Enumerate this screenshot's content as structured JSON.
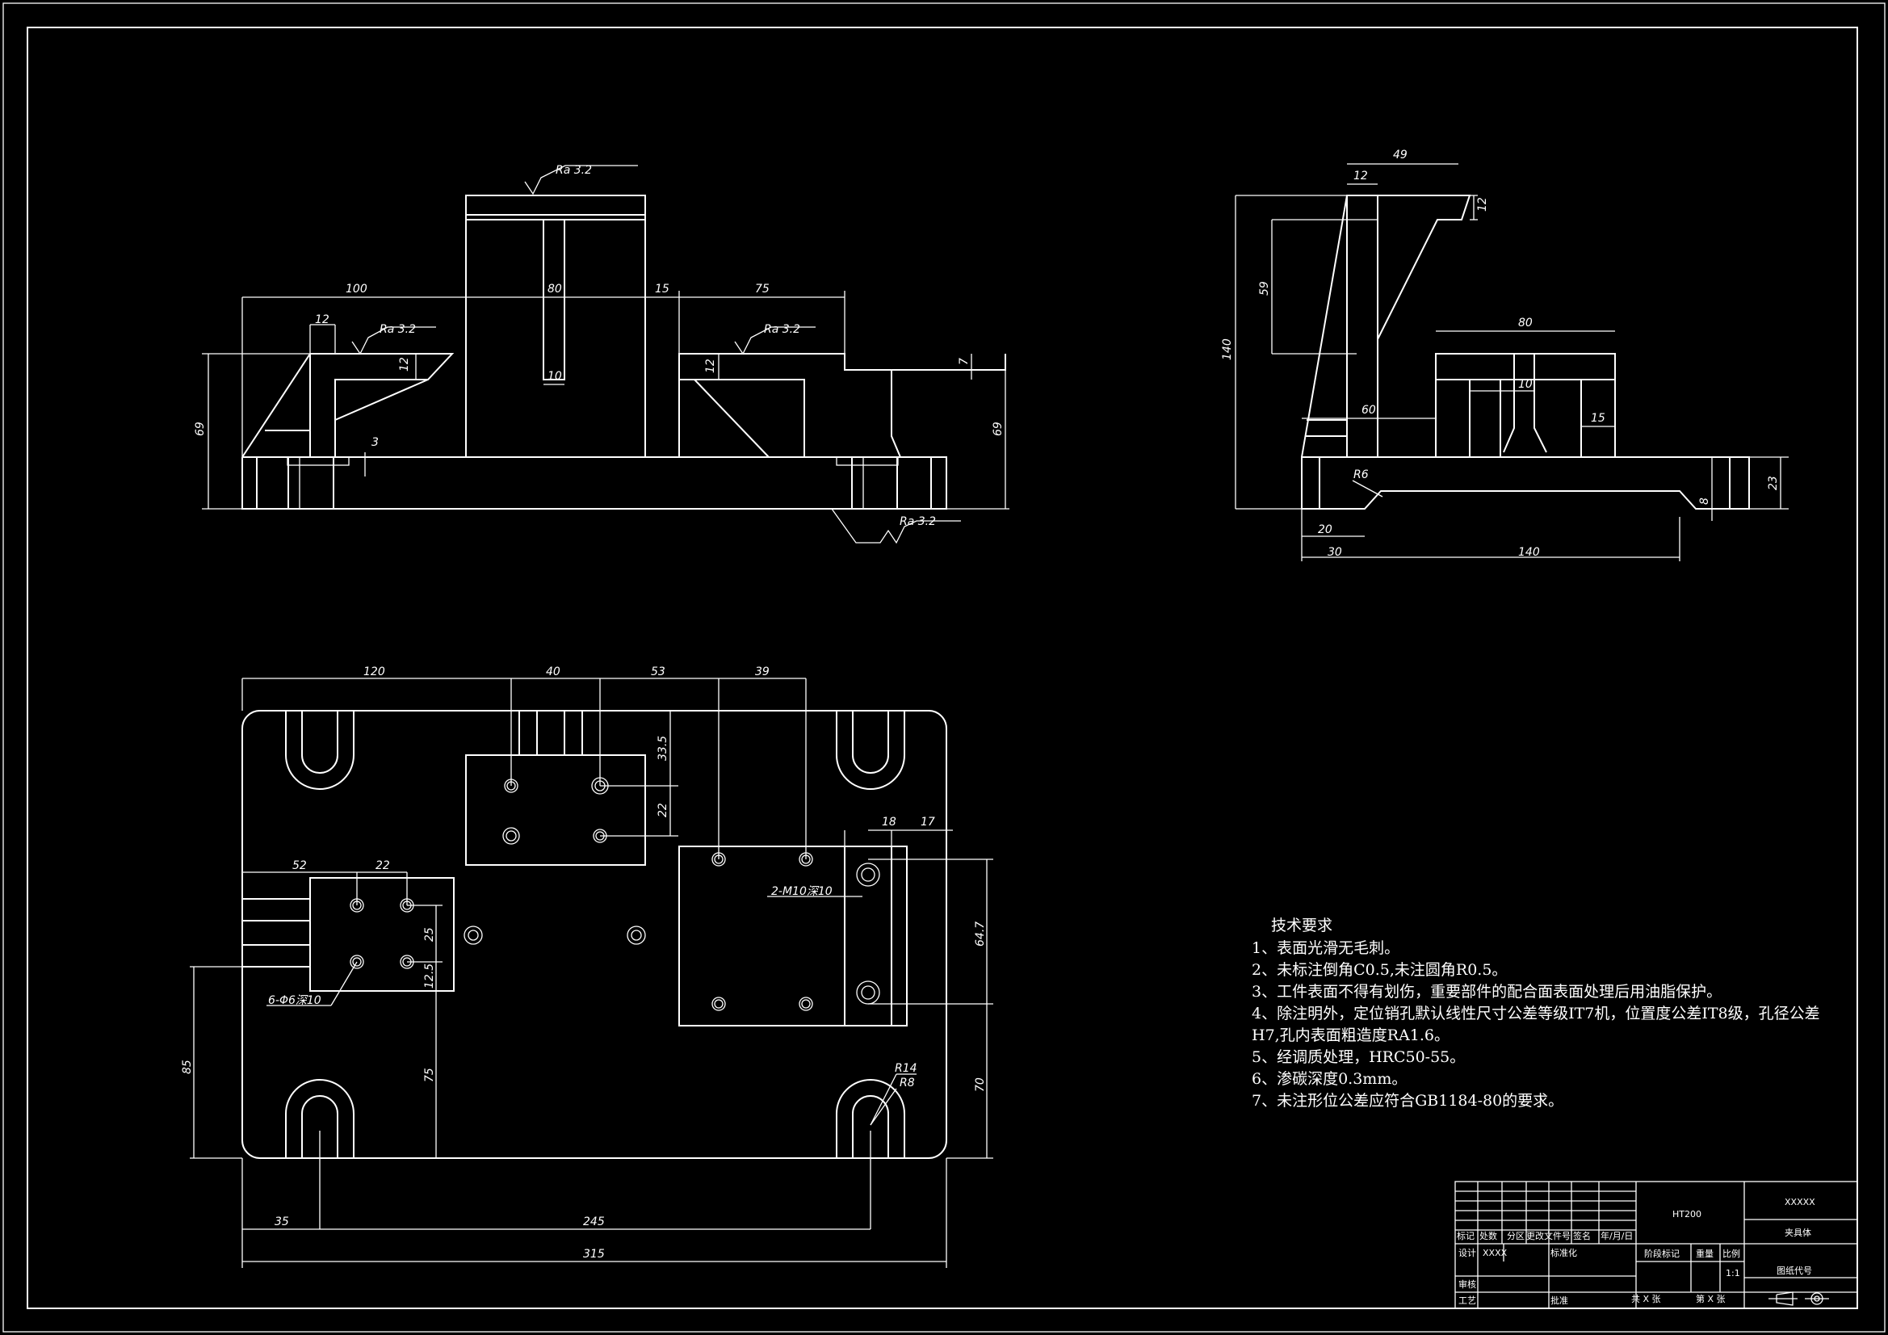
{
  "front_view": {
    "roughness": [
      "Ra 3.2",
      "Ra 3.2",
      "Ra 3.2",
      "Ra 3.2"
    ],
    "dims": {
      "d100": "100",
      "d80": "80",
      "d15": "15",
      "d75": "75",
      "d12a": "12",
      "d12b": "12",
      "d12c": "12",
      "d10": "10",
      "d7": "7",
      "d3": "3",
      "d69a": "69",
      "d69b": "69"
    }
  },
  "side_view": {
    "dims": {
      "d49": "49",
      "d12a": "12",
      "d12b": "12",
      "d59": "59",
      "d140v": "140",
      "d80": "80",
      "d10": "10",
      "d60": "60",
      "d15": "15",
      "r6": "R6",
      "d8": "8",
      "d23": "23",
      "d20": "20",
      "d30": "30",
      "d140h": "140"
    }
  },
  "plan_view": {
    "dims": {
      "d120": "120",
      "d40": "40",
      "d53": "53",
      "d39": "39",
      "d33_5": "33.5",
      "d22a": "22",
      "d52": "52",
      "d22b": "22",
      "d25": "25",
      "d12_5": "12.5",
      "d18": "18",
      "d17": "17",
      "d64_7": "64.7",
      "d85": "85",
      "d75": "75",
      "d70": "70",
      "r14": "R14",
      "r8": "R8",
      "d35": "35",
      "d245": "245",
      "d315": "315"
    },
    "callouts": {
      "m10": "2-M10深10",
      "phi6": "6-Φ6深10"
    }
  },
  "requirements": {
    "title": "技术要求",
    "items": [
      "1、表面光滑无毛刺。",
      "2、未标注倒角C0.5,未注圆角R0.5。",
      "3、工件表面不得有划伤，重要部件的配合面表面处理后用油脂保护。",
      "4、除注明外，定位销孔默认线性尺寸公差等级IT7机，位置度公差IT8级，孔径公差",
      "H7,孔内表面粗造度RA1.6。",
      "5、经调质处理，HRC50-55。",
      "6、渗碳深度0.3mm。",
      "7、未注形位公差应符合GB1184-80的要求。"
    ]
  },
  "title_block": {
    "material": "HT200",
    "company": "XXXXX",
    "part_name": "夹具体",
    "drawing_no_label": "图纸代号",
    "labels": [
      "标记",
      "处数",
      "分区",
      "更改文件号",
      "签名",
      "年/月/日"
    ],
    "design": "设计",
    "design_name": "XXXX",
    "standard": "标准化",
    "stage": "阶段标记",
    "weight": "重量",
    "scale_label": "比例",
    "scale": "1:1",
    "review": "审核",
    "process": "工艺",
    "approve": "批准",
    "sheets_total": "共 X 张",
    "sheet_no": "第 X 张"
  }
}
